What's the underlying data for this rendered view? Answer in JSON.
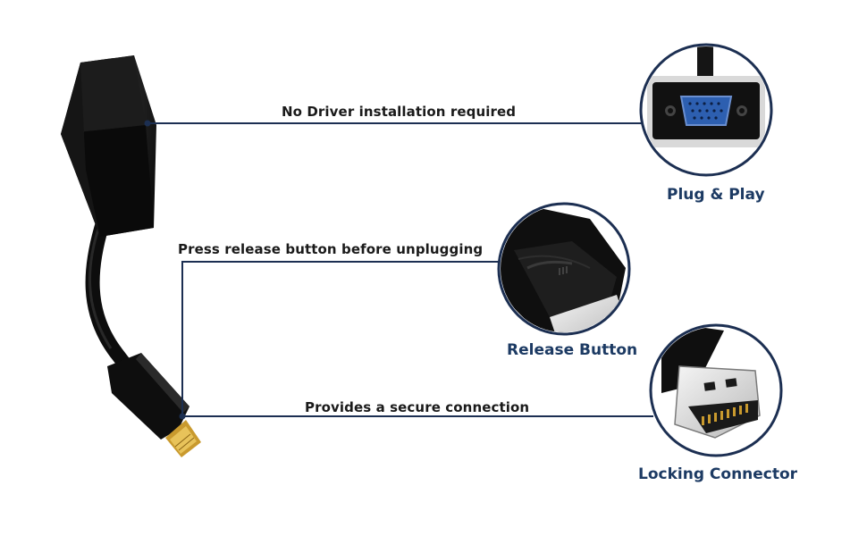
{
  "callouts": {
    "no_driver": "No Driver installation required",
    "release_button": "Press release button before unplugging",
    "secure_connection": "Provides a secure connection"
  },
  "captions": {
    "plug_play": "Plug & Play",
    "release_button": "Release Button",
    "locking_connector": "Locking Connector"
  },
  "colors": {
    "line": "#1c2f52",
    "caption": "#1c3a63",
    "product": "#111111",
    "gold_pins": "#c99a2e"
  }
}
